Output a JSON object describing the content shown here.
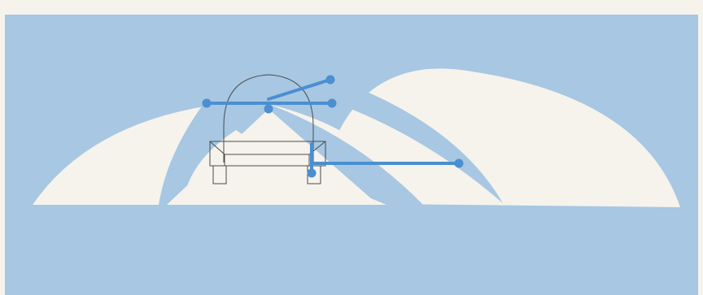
{
  "diagram": {
    "colors": {
      "page": "#f6f3ec",
      "panel": "#a7c7e3",
      "coverage": "#f6f3ec",
      "marker": "#4a8fd0",
      "outline": "#4b4b4b"
    },
    "markers": [
      {
        "name": "marker-top-left"
      },
      {
        "name": "marker-top-center"
      },
      {
        "name": "marker-top-right-upper"
      },
      {
        "name": "marker-top-right-lower"
      },
      {
        "name": "marker-side"
      },
      {
        "name": "marker-far-right"
      }
    ]
  }
}
